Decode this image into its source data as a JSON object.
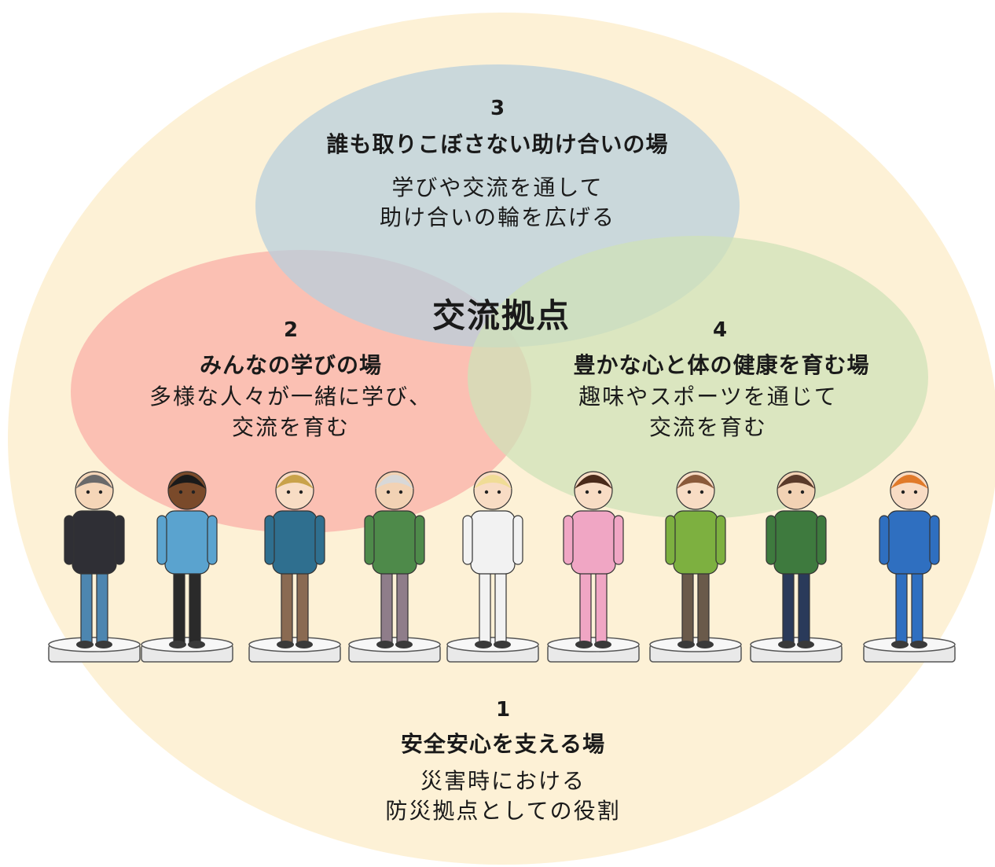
{
  "center_label": "交流拠点",
  "circles": [
    {
      "number": "1",
      "title": "安全安心を支える場",
      "desc1": "災害時における",
      "desc2": "防災拠点としての役割",
      "color": "#fdf1d6"
    },
    {
      "number": "2",
      "title": "みんなの学びの場",
      "desc1": "多様な人々が一緒に学び、",
      "desc2": "交流を育む",
      "color": "#fab7ad"
    },
    {
      "number": "3",
      "title": "誰も取りこぼさない助け合いの場",
      "desc1": "学びや交流を通して",
      "desc2": "助け合いの輪を広げる",
      "color": "#b8cfdc"
    },
    {
      "number": "4",
      "title": "豊かな心と体の健康を育む場",
      "desc1": "趣味やスポーツを通じて",
      "desc2": "交流を育む",
      "color": "#cfe2b8"
    }
  ],
  "people": [
    {
      "name": "wheelchair-user",
      "shirt": "#2f2f35",
      "pants": "#4d86b0",
      "skin": "#f5d6b8",
      "hair": "#6a6a6a"
    },
    {
      "name": "laptop-man",
      "shirt": "#5aa3cf",
      "pants": "#2a2a2a",
      "skin": "#7a4a2a",
      "hair": "#1a1a1a"
    },
    {
      "name": "student-girl",
      "shirt": "#2f6f8f",
      "pants": "#8a6a52",
      "skin": "#f8dcc4",
      "hair": "#c9a24a"
    },
    {
      "name": "elderly-man",
      "shirt": "#4e8a4a",
      "pants": "#8f7d8a",
      "skin": "#f2d2b4",
      "hair": "#d8d8d8"
    },
    {
      "name": "parent-with-stroller",
      "shirt": "#f2f2f2",
      "pants": "#f2f2f2",
      "skin": "#f8dcc4",
      "hair": "#f0dc96"
    },
    {
      "name": "child-with-bear",
      "shirt": "#f0a6c4",
      "pants": "#f0a6c4",
      "skin": "#f8dcc4",
      "hair": "#4a2a1a"
    },
    {
      "name": "apron-woman",
      "shirt": "#7db040",
      "pants": "#6a5a4a",
      "skin": "#f8dcc4",
      "hair": "#8a5a3a"
    },
    {
      "name": "baby-carrier-man",
      "shirt": "#3e7a3e",
      "pants": "#2a3a5a",
      "skin": "#f2d2b4",
      "hair": "#5a3a2a"
    },
    {
      "name": "basketball-player",
      "shirt": "#2f6fc0",
      "pants": "#2f6fc0",
      "skin": "#f8dcc4",
      "hair": "#e07a2a"
    }
  ]
}
